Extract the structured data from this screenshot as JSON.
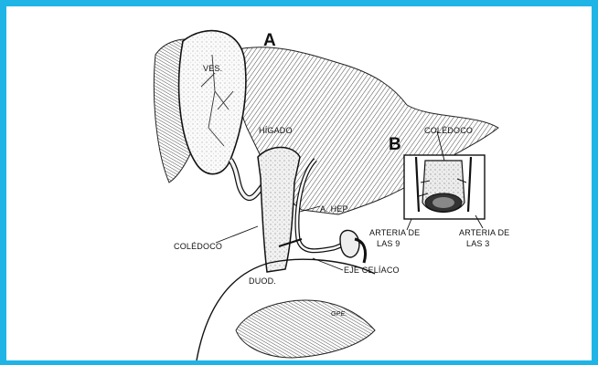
{
  "border_color": "#1fb4e6",
  "figure": {
    "panel_a": "A",
    "panel_b": "B",
    "labels": {
      "ves": "VES.",
      "higado": "HÍGADO",
      "coledoco_b": "COLÉDOCO",
      "a_hep": "A. HEP.",
      "coledoco_a": "COLÉDOCO",
      "arteria9_l1": "ARTERIA DE",
      "arteria9_l2": "LAS 9",
      "arteria3_l1": "ARTERIA DE",
      "arteria3_l2": "LAS 3",
      "eje": "EJE CELÍACO",
      "duod": "DUOD.",
      "signature": "GPE."
    }
  }
}
